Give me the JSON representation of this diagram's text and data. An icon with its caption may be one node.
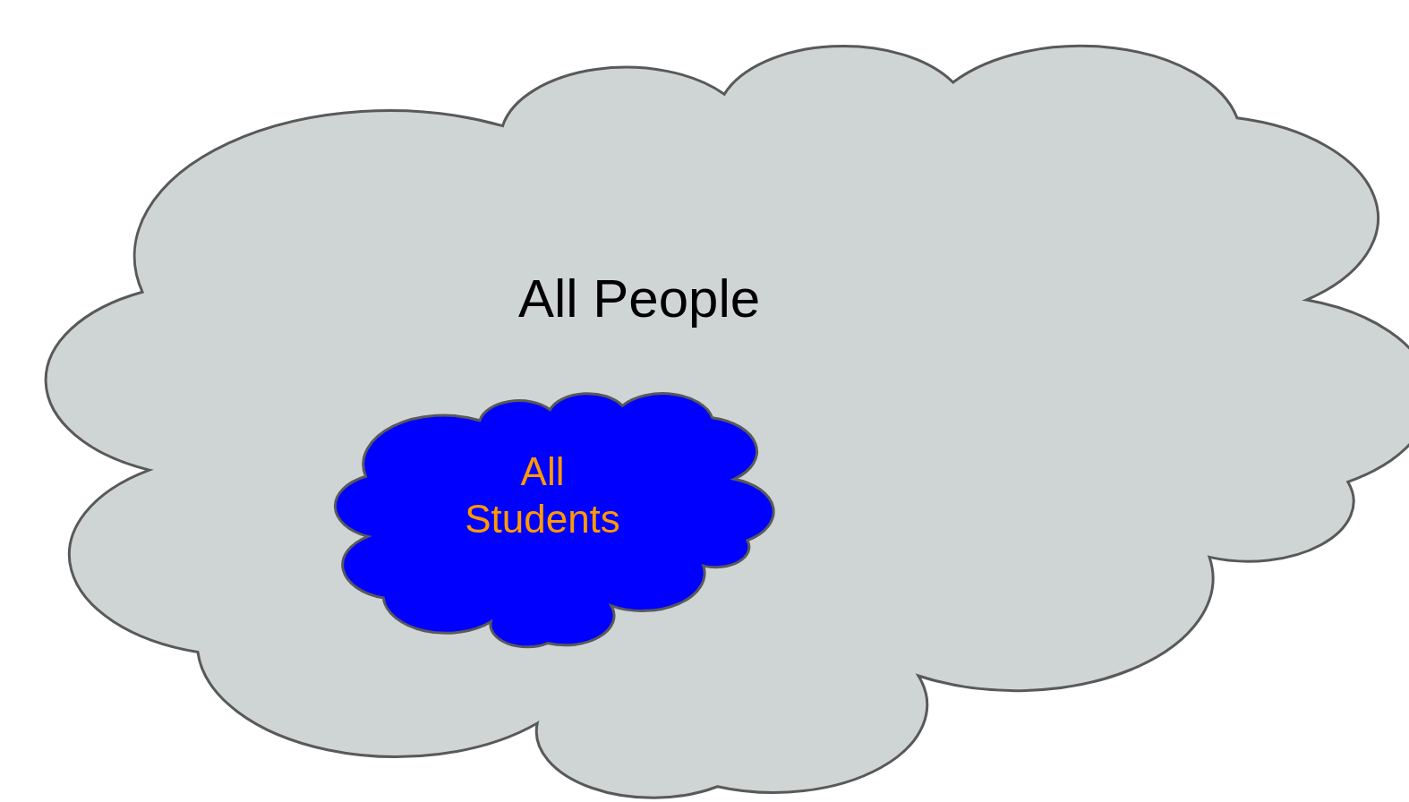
{
  "diagram": {
    "nodes": [
      {
        "text": [
          "All People"
        ]
      },
      {
        "text": [
          "All Students"
        ],
        "in": 0
      }
    ]
  }
}
